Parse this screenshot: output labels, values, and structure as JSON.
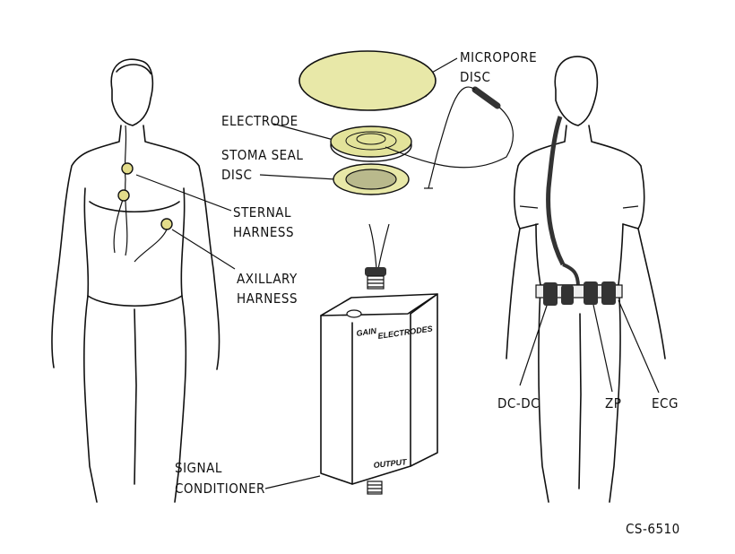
{
  "labels": {
    "micropore_disc": [
      "MICROPORE",
      "DISC"
    ],
    "electrode": "ELECTRODE",
    "stoma_seal_disc": [
      "STOMA SEAL",
      "DISC"
    ],
    "sternal_harness": [
      "STERNAL",
      "HARNESS"
    ],
    "axillary_harness": [
      "AXILLARY",
      "HARNESS"
    ],
    "signal_conditioner": [
      "SIGNAL",
      "CONDITIONER"
    ],
    "dc_dc": "DC-DC",
    "zp": "ZP",
    "ecg": "ECG",
    "figure_id": "CS-6510"
  },
  "conditioner_labels": {
    "gain": "GAIN",
    "electrodes": "ELECTRODES",
    "output": "OUTPUT"
  },
  "colors": {
    "disc": "#e8e8a8",
    "disc_inner": "#b9b98c",
    "electrode_pad": "#e3dc8a",
    "ink": "#111111"
  }
}
